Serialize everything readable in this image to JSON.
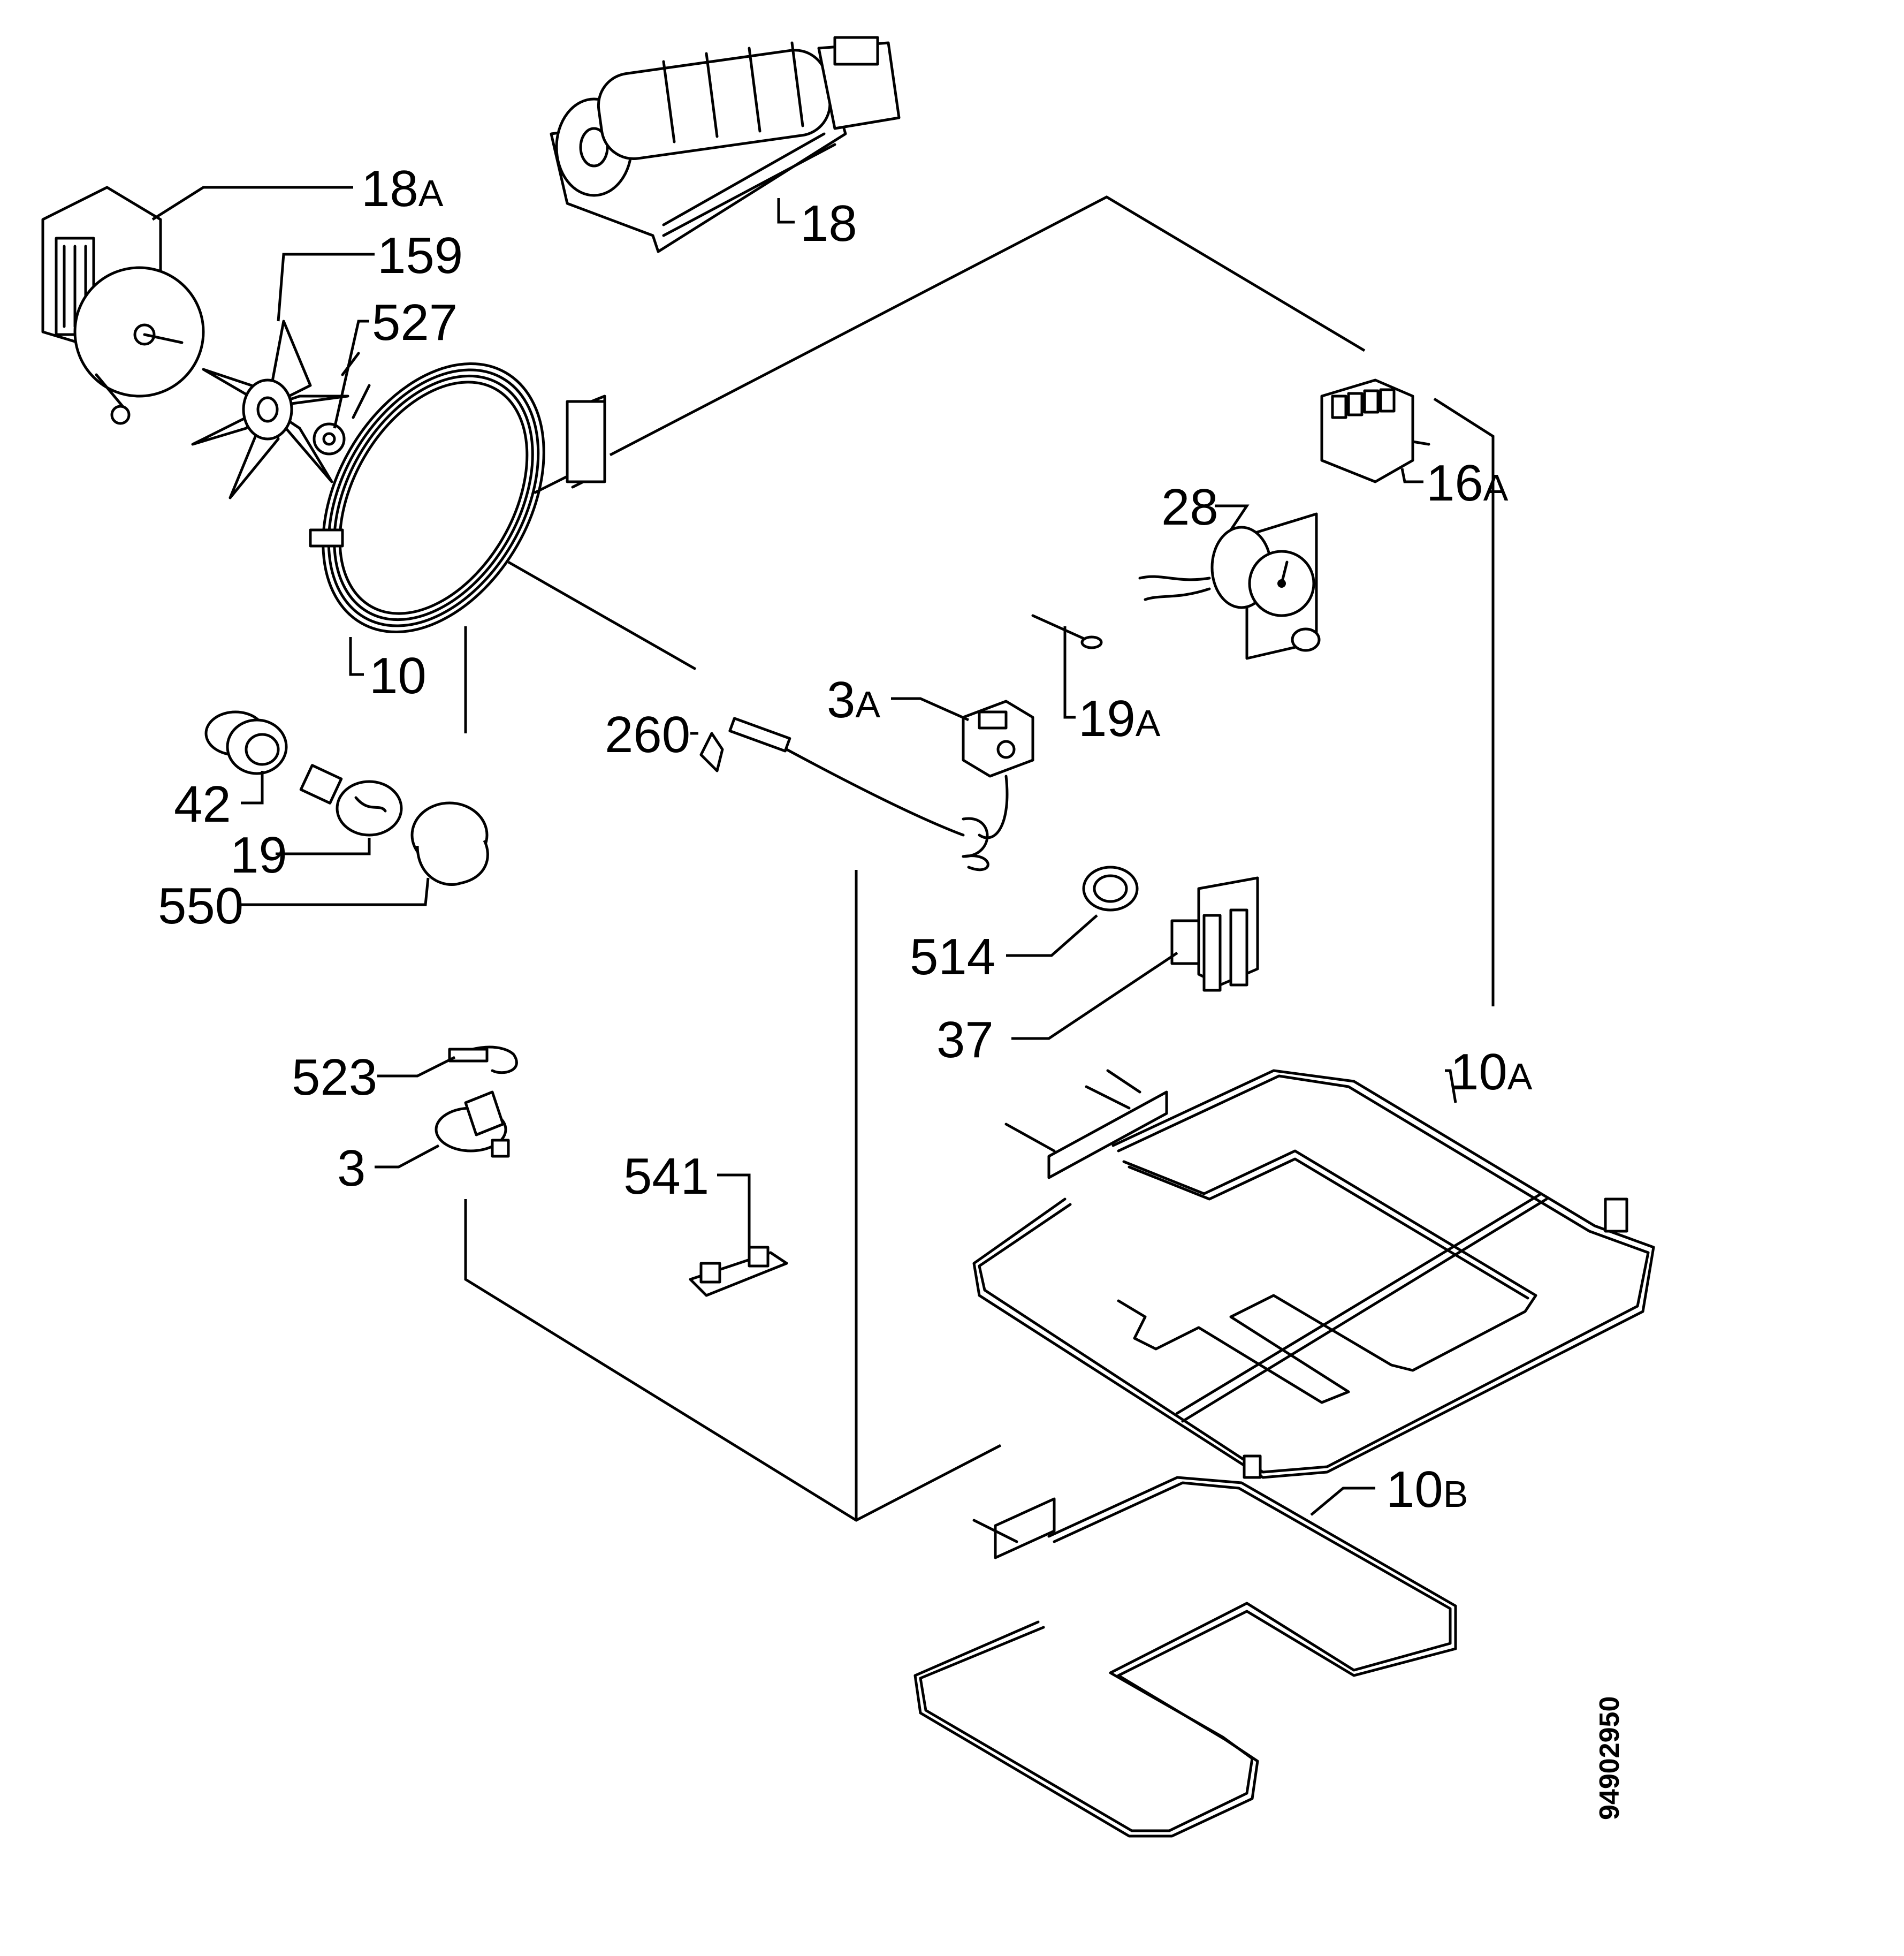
{
  "labels": [
    {
      "id": "18A",
      "main": "18",
      "suffix": "A"
    },
    {
      "id": "18",
      "main": "18",
      "suffix": ""
    },
    {
      "id": "159",
      "main": "159",
      "suffix": ""
    },
    {
      "id": "527",
      "main": "527",
      "suffix": ""
    },
    {
      "id": "10",
      "main": "10",
      "suffix": ""
    },
    {
      "id": "16A",
      "main": "16",
      "suffix": "A"
    },
    {
      "id": "28",
      "main": "28",
      "suffix": ""
    },
    {
      "id": "19A",
      "main": "19",
      "suffix": "A"
    },
    {
      "id": "3A",
      "main": "3",
      "suffix": "A"
    },
    {
      "id": "260",
      "main": "260",
      "suffix": ""
    },
    {
      "id": "42",
      "main": "42",
      "suffix": ""
    },
    {
      "id": "19",
      "main": "19",
      "suffix": ""
    },
    {
      "id": "550",
      "main": "550",
      "suffix": ""
    },
    {
      "id": "514",
      "main": "514",
      "suffix": ""
    },
    {
      "id": "37",
      "main": "37",
      "suffix": ""
    },
    {
      "id": "10A",
      "main": "10",
      "suffix": "A"
    },
    {
      "id": "523",
      "main": "523",
      "suffix": ""
    },
    {
      "id": "3",
      "main": "3",
      "suffix": ""
    },
    {
      "id": "541",
      "main": "541",
      "suffix": ""
    },
    {
      "id": "10B",
      "main": "10",
      "suffix": "B"
    }
  ],
  "document_number": "94902950"
}
